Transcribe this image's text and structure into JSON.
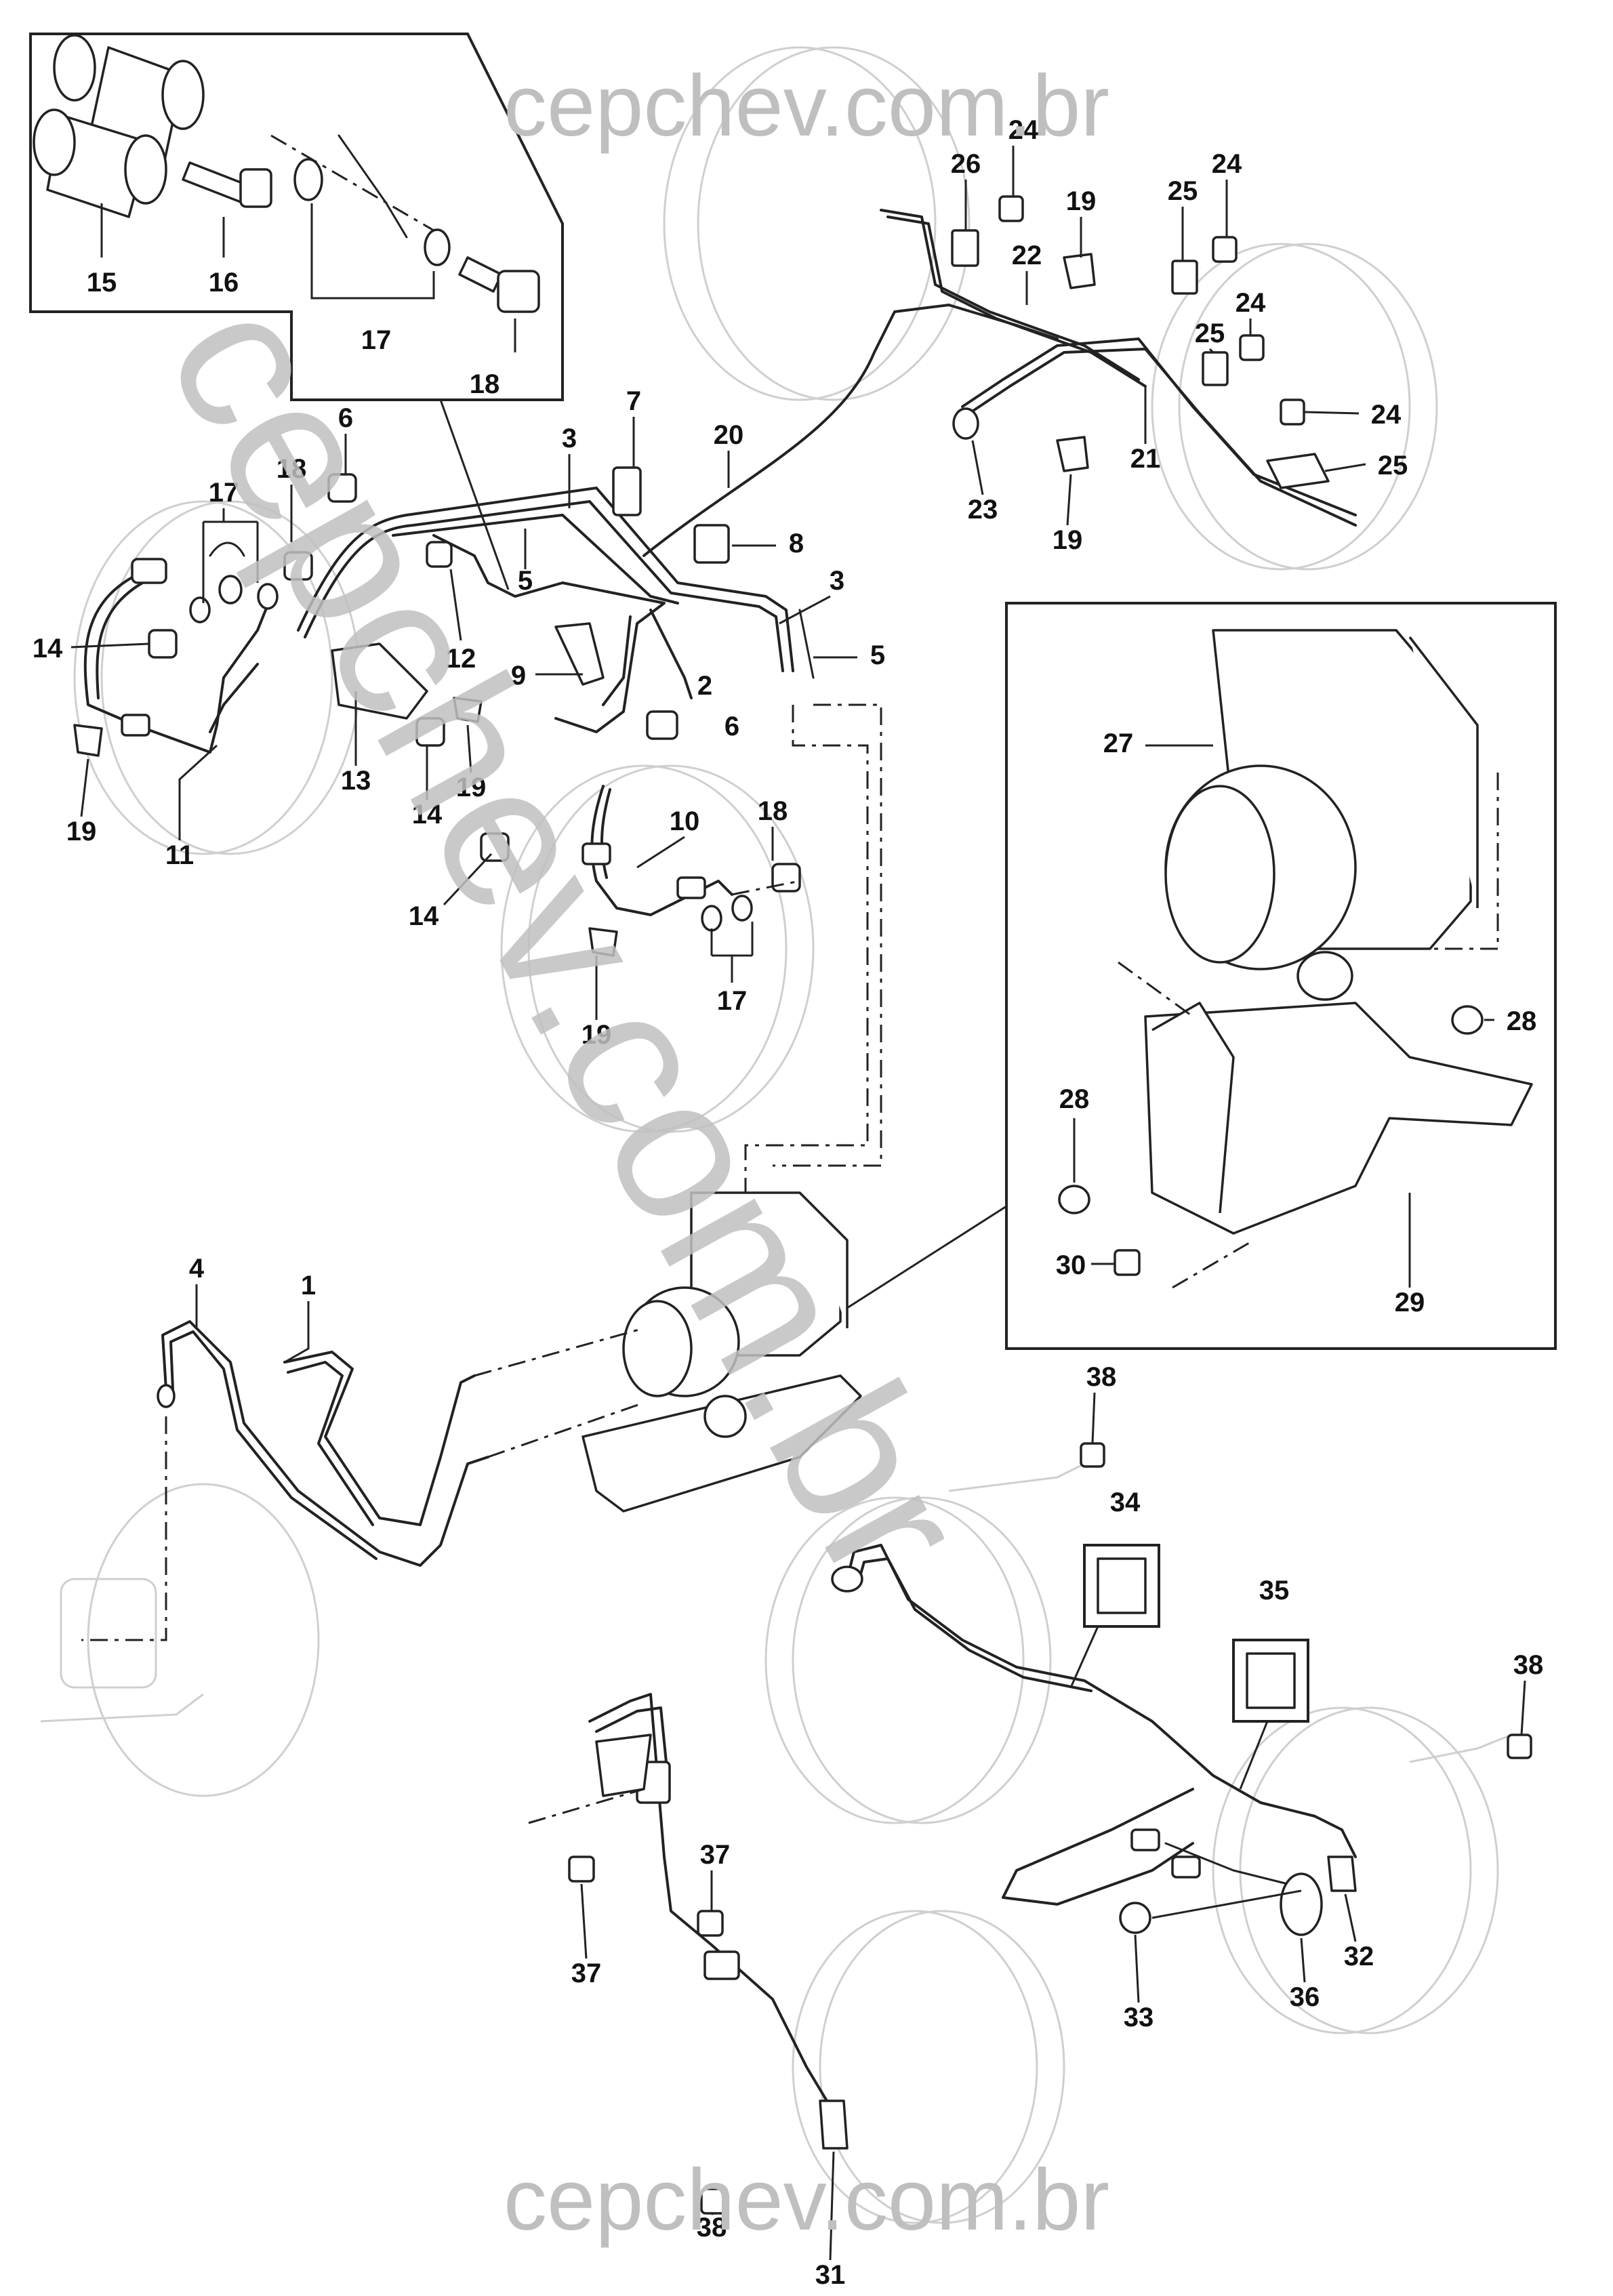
{
  "watermark": {
    "top_text": "cepchev.com.br",
    "bottom_text": "cepchev.com.br",
    "diagonal_text": "cepchev.com.br"
  },
  "callouts": [
    "1",
    "2",
    "3",
    "3",
    "4",
    "5",
    "5",
    "6",
    "6",
    "7",
    "8",
    "9",
    "10",
    "11",
    "12",
    "13",
    "14",
    "14",
    "14",
    "15",
    "16",
    "17",
    "17",
    "17",
    "18",
    "18",
    "18",
    "19",
    "19",
    "19",
    "19",
    "19",
    "20",
    "21",
    "22",
    "23",
    "24",
    "24",
    "24",
    "24",
    "25",
    "25",
    "25",
    "26",
    "27",
    "28",
    "28",
    "29",
    "30",
    "31",
    "32",
    "33",
    "34",
    "35",
    "36",
    "37",
    "37",
    "38",
    "38",
    "38"
  ]
}
